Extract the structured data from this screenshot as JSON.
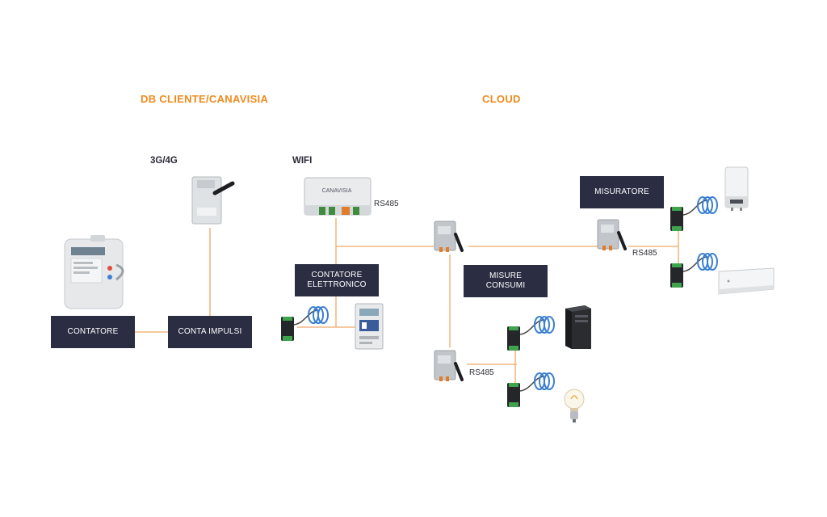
{
  "headings": {
    "db": "DB CLIENTE/CANAVISIA",
    "cloud": "CLOUD"
  },
  "connectivity": {
    "mobile": "3G/4G",
    "wifi": "WIFI"
  },
  "boxes": {
    "contatore": "CONTATORE",
    "conta_impulsi": "CONTA IMPULSI",
    "contatore_elettronico": [
      "CONTATORE",
      "ELETTRONICO"
    ],
    "misure_consumi": [
      "MISURE",
      "CONSUMI"
    ],
    "misuratore": "MISURATORE"
  },
  "bus_labels": {
    "gateway": "RS485",
    "misuratore": "RS485",
    "lower": "RS485"
  },
  "device_brand": "CANAVISIA",
  "colors": {
    "accent": "#ef8a1e",
    "box": "#2b2e42",
    "line": "#f0a868"
  }
}
